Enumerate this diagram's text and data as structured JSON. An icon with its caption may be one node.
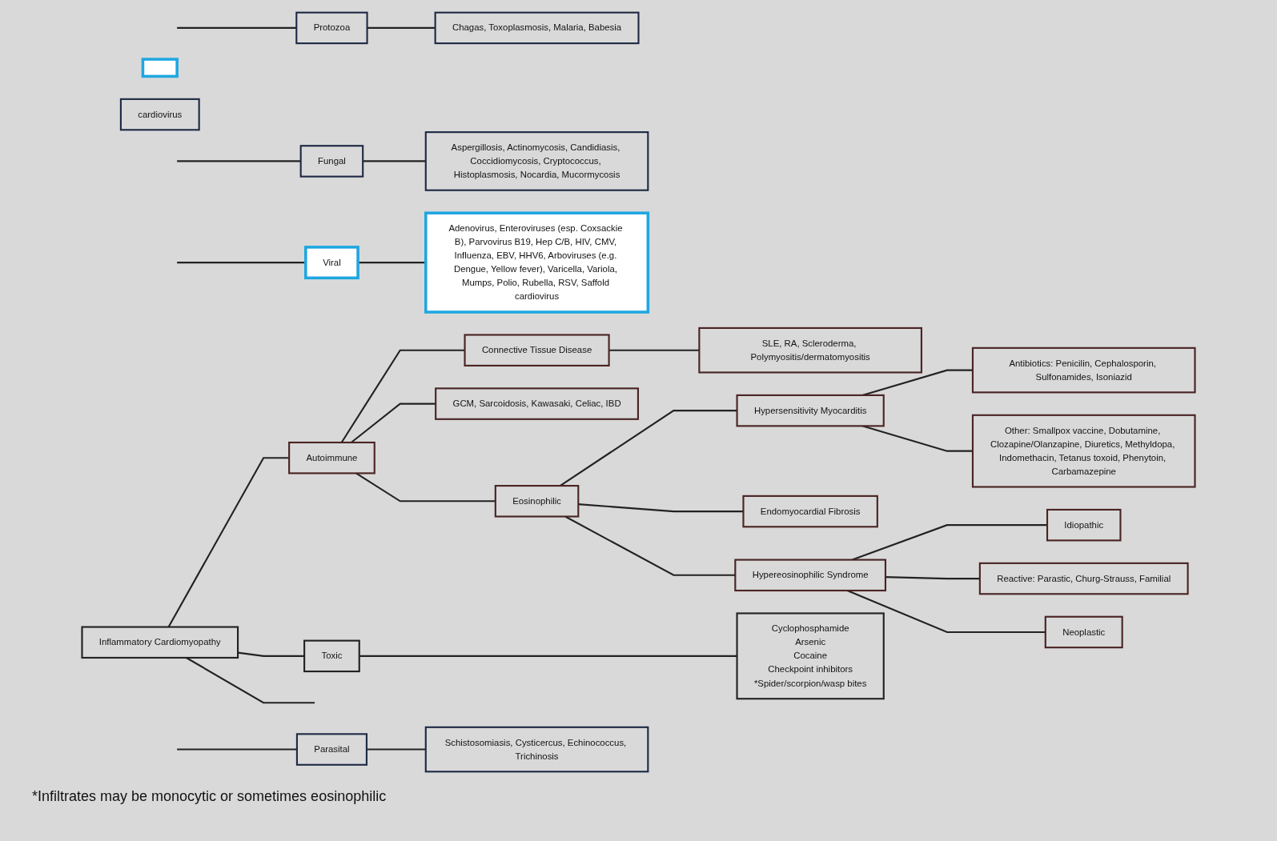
{
  "diagram": {
    "nodes": [
      {
        "text": [
          "Inflammatory Cardiomyopathy"
        ]
      },
      {
        "text": [
          "Autoimmune"
        ]
      },
      {
        "text": [
          "Connective Tissue Disease"
        ]
      },
      {
        "text": [
          "SLE, RA, Scleroderma, Polymyositis/dermatomyositis"
        ]
      },
      {
        "text": [
          "GCM, Sarcoidosis, Kawasaki, Celiac, IBD"
        ]
      },
      {
        "text": [
          "Eosinophilic"
        ]
      },
      {
        "text": [
          "Hypersensitivity Myocarditis"
        ]
      },
      {
        "text": [
          "Antibiotics: Penicilin, Cephalosporin, Sulfonamides, Isoniazid"
        ]
      },
      {
        "text": [
          "Other: Smallpox vaccine, Dobutamine, Clozapine/Olanzapine, Diuretics, Methyldopa, Indomethacin, Tetanus toxoid, Phenytoin, Carbamazepine"
        ]
      },
      {
        "text": [
          "Endomyocardial Fibrosis"
        ]
      },
      {
        "text": [
          "Hypereosinophilic Syndrome"
        ]
      },
      {
        "text": [
          "Idiopathic"
        ]
      },
      {
        "text": [
          "Reactive: Parastic, Churg-Strauss, Familial"
        ]
      },
      {
        "text": [
          "Neoplastic"
        ]
      },
      {
        "text": [
          "Toxic"
        ]
      },
      {
        "text": [
          "Cyclophosphamide",
          "Arsenic",
          "Cocaine",
          "Checkpoint inhibitors",
          "*Spider/scorpion/wasp bites"
        ]
      },
      {
        "text": [
          "Protozoa"
        ]
      },
      {
        "text": [
          "Chagas, Toxoplasmosis, Malaria, Babesia"
        ]
      },
      {
        "text": [
          "Fungal"
        ]
      },
      {
        "text": [
          "Aspergillosis, Actinomycosis, Candidiasis, Coccidiomycosis, Cryptococcus, Histoplasmosis, Nocardia, Mucormycosis"
        ]
      },
      {
        "text": [
          "Viral"
        ]
      },
      {
        "text": [
          "Adenovirus, Enteroviruses (esp. Coxsackie B), Parvovirus B19, Hep C/B, HIV, CMV, Influenza, EBV, HHV6, Arboviruses (e.g. Dengue, Yellow fever), Varicella, Variola, Mumps, Polio, Rubella, RSV, Saffold cardiovirus"
        ]
      },
      {
        "text": [],
        "shape": "box"
      },
      {
        "text": [
          "cardiovirus"
        ]
      },
      {
        "text": [
          "Parasital"
        ]
      },
      {
        "text": [
          "Schistosomiasis, Cysticercus, Echinococcus, Trichinosis"
        ]
      }
    ],
    "edges": [
      {
        "from": 0,
        "to": 1,
        "arrow": "none"
      },
      {
        "from": 0,
        "to": 14,
        "arrow": "none"
      },
      {
        "from": 0,
        "to": null,
        "arrow": "none"
      },
      {
        "from": 1,
        "to": 2,
        "arrow": "none"
      },
      {
        "from": 1,
        "to": 4,
        "arrow": "none"
      },
      {
        "from": 1,
        "to": 5,
        "arrow": "none"
      },
      {
        "from": 2,
        "to": 3,
        "arrow": "none"
      },
      {
        "from": 5,
        "to": 6,
        "arrow": "none"
      },
      {
        "from": 5,
        "to": 9,
        "arrow": "none"
      },
      {
        "from": 5,
        "to": 10,
        "arrow": "none"
      },
      {
        "from": 6,
        "to": 7,
        "arrow": "none"
      },
      {
        "from": 6,
        "to": 8,
        "arrow": "none"
      },
      {
        "from": 10,
        "to": 11,
        "arrow": "none"
      },
      {
        "from": 10,
        "to": 12,
        "arrow": "none"
      },
      {
        "from": 10,
        "to": 13,
        "arrow": "none"
      },
      {
        "from": 14,
        "to": 15,
        "arrow": "none"
      },
      {
        "from": null,
        "to": 16,
        "arrow": "none"
      },
      {
        "from": 16,
        "to": 17,
        "arrow": "none"
      },
      {
        "from": null,
        "to": 18,
        "arrow": "none"
      },
      {
        "from": 18,
        "to": 19,
        "arrow": "none"
      },
      {
        "from": null,
        "to": 20,
        "arrow": "none"
      },
      {
        "from": 20,
        "to": 21,
        "arrow": "none"
      },
      {
        "from": null,
        "to": 24,
        "arrow": "none"
      },
      {
        "from": 24,
        "to": 25,
        "arrow": "none"
      }
    ],
    "labels": [
      "*Infiltrates may be monocytic or sometimes eosinophilic"
    ]
  }
}
